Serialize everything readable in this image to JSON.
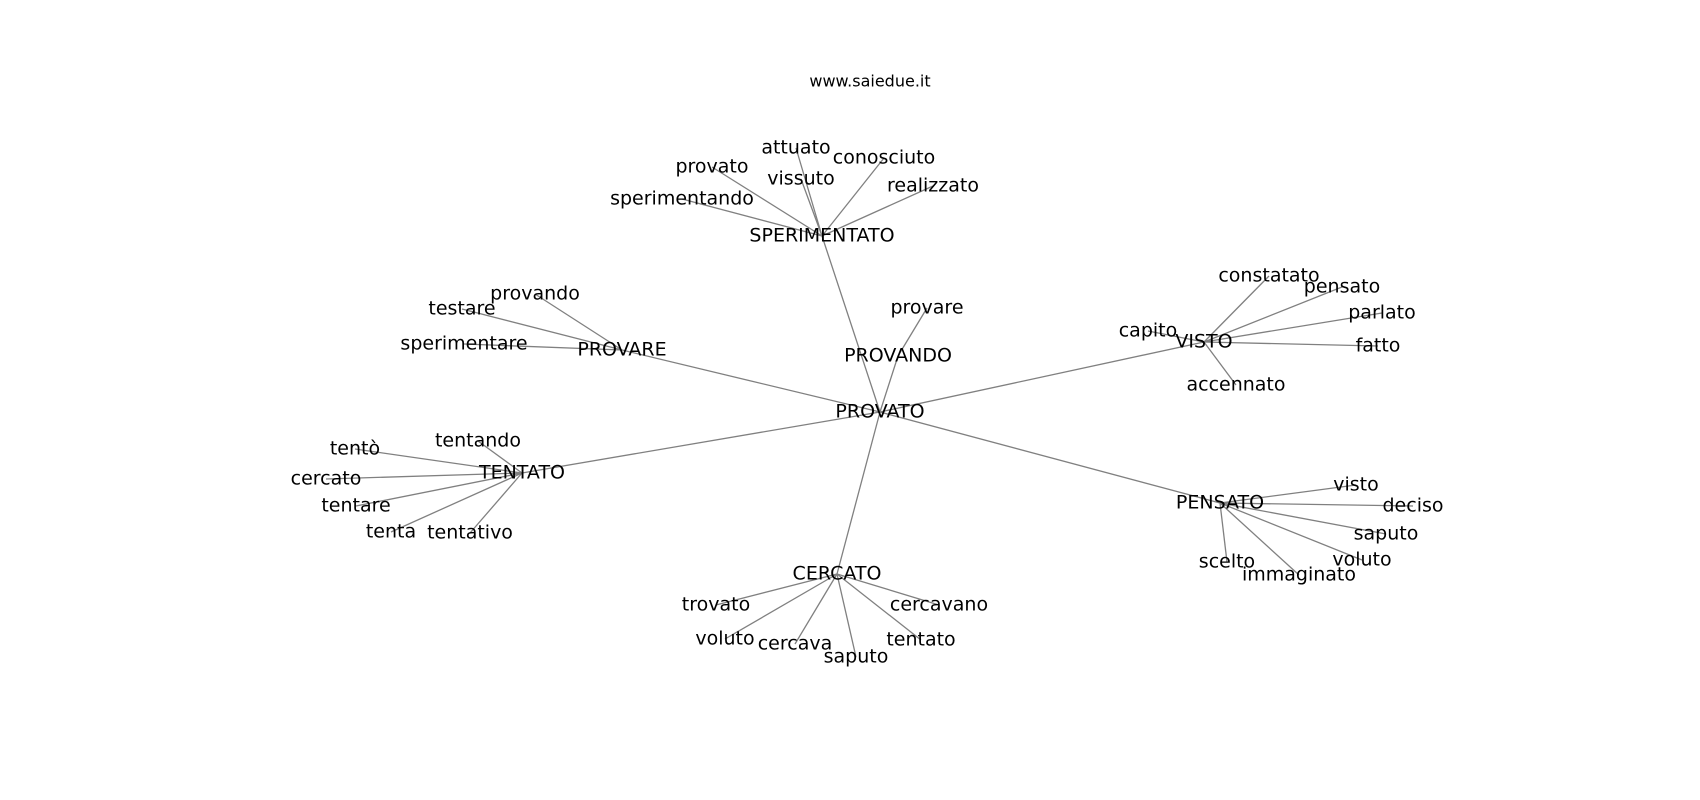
{
  "title": "www.saiedue.it",
  "nodes": {
    "provato_c": "PROVATO",
    "provando": "PROVANDO",
    "provare_l": "provare",
    "sperimentato": "SPERIMENTATO",
    "provare_u": "PROVARE",
    "visto_u": "VISTO",
    "tentato_u": "TENTATO",
    "pensato_u": "PENSATO",
    "cercato_u": "CERCATO",
    "s_attuato": "attuato",
    "s_conosciuto": "conosciuto",
    "s_provato": "provato",
    "s_vissuto": "vissuto",
    "s_realizzato": "realizzato",
    "s_sperimentando": "sperimentando",
    "p_provando": "provando",
    "p_testare": "testare",
    "p_sperimentare": "sperimentare",
    "v_constatato": "constatato",
    "v_pensato": "pensato",
    "v_parlato": "parlato",
    "v_capito": "capito",
    "v_fatto": "fatto",
    "v_accennato": "accennato",
    "t_tentando": "tentando",
    "t_tento": "tentò",
    "t_cercato": "cercato",
    "t_tentare": "tentare",
    "t_tenta": "tenta",
    "t_tentativo": "tentativo",
    "pe_visto": "visto",
    "pe_deciso": "deciso",
    "pe_saputo": "saputo",
    "pe_voluto": "voluto",
    "pe_scelto": "scelto",
    "pe_immaginato": "immaginato",
    "c_trovato": "trovato",
    "c_cercavano": "cercavano",
    "c_voluto": "voluto",
    "c_tentato": "tentato",
    "c_cercava": "cercava",
    "c_saputo": "saputo"
  }
}
